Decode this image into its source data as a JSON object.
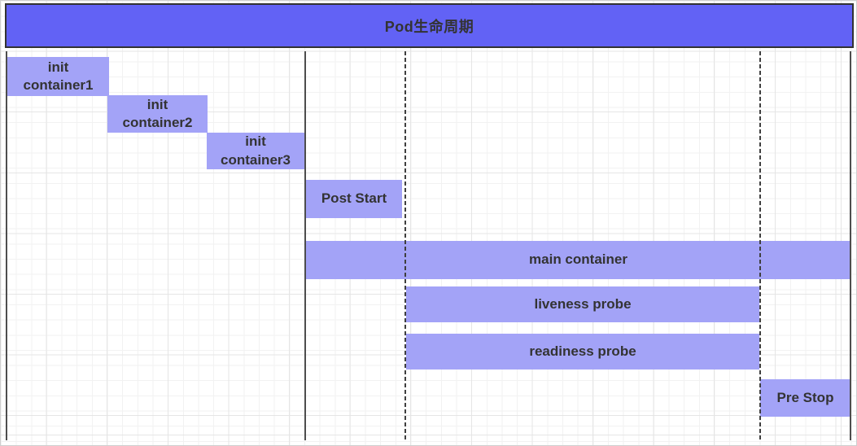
{
  "title": {
    "label": "Pod生命周期"
  },
  "colors": {
    "title_fill": "#6262f5",
    "title_border": "#323232",
    "bar_fill": "#a3a3f7",
    "text": "#333333",
    "divider_line": "#4d4d4d",
    "grid_minor": "#f2f2f2",
    "grid_major": "#e5e5e5"
  },
  "bars": [
    {
      "id": "init-container-1",
      "label": "init\ncontainer1"
    },
    {
      "id": "init-container-2",
      "label": "init\ncontainer2"
    },
    {
      "id": "init-container-3",
      "label": "init\ncontainer3"
    },
    {
      "id": "post-start",
      "label": "Post Start"
    },
    {
      "id": "main-container",
      "label": "main container"
    },
    {
      "id": "liveness-probe",
      "label": "liveness probe"
    },
    {
      "id": "readiness-probe",
      "label": "readiness probe"
    },
    {
      "id": "pre-stop",
      "label": "Pre Stop"
    }
  ],
  "dividers": [
    {
      "id": "left-boundary",
      "style": "solid"
    },
    {
      "id": "init-end-boundary",
      "style": "solid"
    },
    {
      "id": "container-start-line",
      "style": "dashed"
    },
    {
      "id": "container-stop-line",
      "style": "dashed"
    },
    {
      "id": "right-boundary",
      "style": "solid"
    }
  ]
}
